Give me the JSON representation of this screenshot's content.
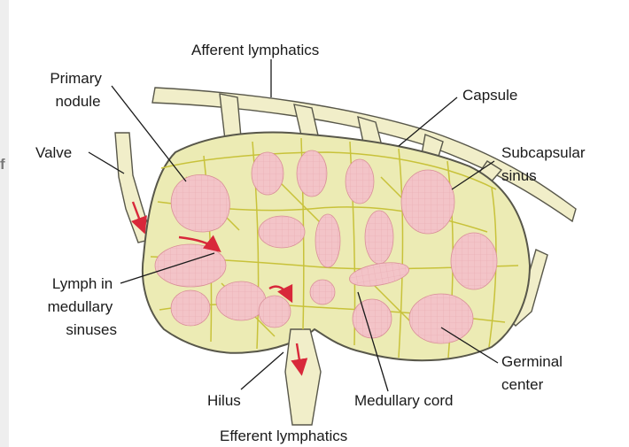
{
  "page": {
    "edge_glyph": "f"
  },
  "labels": {
    "afferent": "Afferent lymphatics",
    "primary_nodule": [
      "Primary",
      "nodule"
    ],
    "capsule": "Capsule",
    "valve": "Valve",
    "subcapsular_sinus": [
      "Subcapsular",
      "sinus"
    ],
    "lymph_medullary": [
      "Lymph in",
      "medullary",
      "sinuses"
    ],
    "germinal_center": [
      "Germinal",
      "center"
    ],
    "hilus": "Hilus",
    "medullary_cord": "Medullary cord",
    "efferent": "Efferent lymphatics"
  },
  "colors": {
    "node_fill": "#ecebb4",
    "vessel_fill": "#f1eec9",
    "sinus_lines": "#c8c23a",
    "nodule_fill": "#f3c4c8",
    "outline": "#58574a",
    "arrow": "#d8283a"
  }
}
